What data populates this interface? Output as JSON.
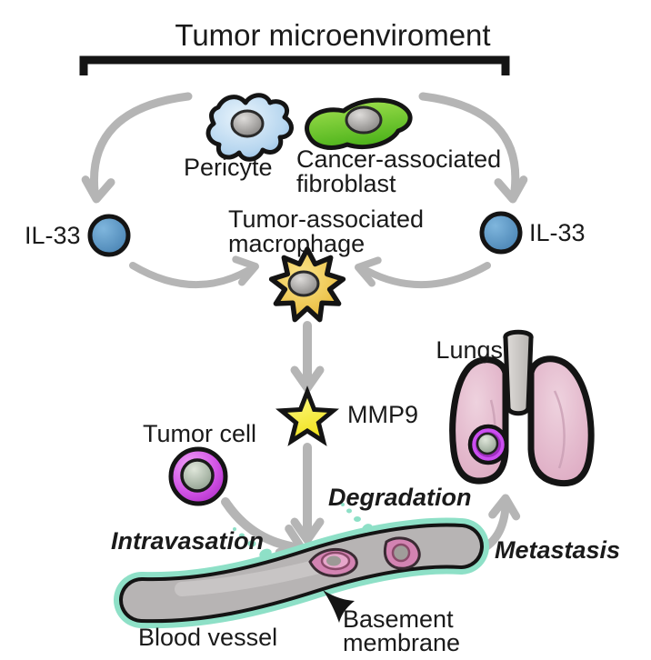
{
  "title": "Tumor microenviroment",
  "labels": {
    "pericyte": "Pericyte",
    "caf_line1": "Cancer-associated",
    "caf_line2": "fibroblast",
    "il33_left": "IL-33",
    "il33_right": "IL-33",
    "tam_line1": "Tumor-associated",
    "tam_line2": "macrophage",
    "mmp9": "MMP9",
    "lungs": "Lungs",
    "tumor_cell": "Tumor cell",
    "intravasation": "Intravasation",
    "degradation": "Degradation",
    "metastasis": "Metastasis",
    "blood_vessel": "Blood vessel",
    "basement_line1": "Basement",
    "basement_line2": "membrane"
  },
  "colors": {
    "arrow": "#b5b5b5",
    "label_red": "#c9303c",
    "outline_black": "#141414",
    "il33_blue": "#5e96c2",
    "pericyte_blue": "#aecfec",
    "caf_green": "#6fcc32",
    "macrophage_yellow": "#f0c94e",
    "mmp9_yellow": "#f7ec32",
    "tumor_magenta": "#cf52e2",
    "lung_pink": "#e6c0d1",
    "vessel_gray": "#b7b4b4",
    "membrane_teal": "#8ee0c7"
  }
}
